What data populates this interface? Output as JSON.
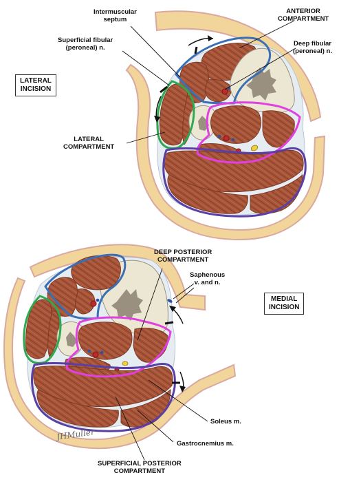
{
  "labels": {
    "intermuscular_septum": [
      "Intermuscular",
      "septum"
    ],
    "anterior_compartment": [
      "ANTERIOR",
      "COMPARTMENT"
    ],
    "superficial_fibular": [
      "Superficial fibular",
      "(peroneal) n."
    ],
    "deep_fibular": [
      "Deep fibular",
      "(peroneal) n."
    ],
    "lateral_incision": [
      "LATERAL",
      "INCISION"
    ],
    "lateral_compartment": [
      "LATERAL",
      "COMPARTMENT"
    ],
    "deep_posterior": [
      "DEEP POSTERIOR",
      "COMPARTMENT"
    ],
    "saphenous": [
      "Saphenous",
      "v. and n."
    ],
    "medial_incision": [
      "MEDIAL",
      "INCISION"
    ],
    "soleus": "Soleus m.",
    "gastrocnemius": "Gastrocnemius m.",
    "superficial_posterior": [
      "SUPERFICIAL POSTERIOR",
      "COMPARTMENT"
    ]
  },
  "signature": "JHMuller",
  "colors": {
    "skin": "#f2d59a",
    "skin_edge": "#d9a8a0",
    "muscle": "#a8553a",
    "muscle_dark": "#7e3a25",
    "bone": "#ece7d3",
    "bone_marrow": "#9a9080",
    "fascia_bg": "#e6edf2",
    "anterior": "#3a6fb5",
    "lateral": "#2fa84f",
    "deep_posterior": "#e040e0",
    "superficial_posterior": "#5a3fa6",
    "artery": "#c0282b",
    "vein": "#3050a0",
    "nerve": "#f0d040"
  }
}
